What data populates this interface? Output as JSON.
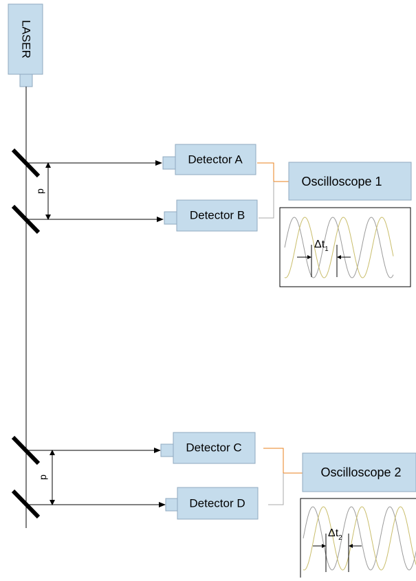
{
  "laser": {
    "label": "LASER"
  },
  "detectors": [
    {
      "label": "Detector A"
    },
    {
      "label": "Detector B"
    },
    {
      "label": "Detector C"
    },
    {
      "label": "Detector D"
    }
  ],
  "oscilloscopes": [
    {
      "label": "Oscilloscope 1",
      "delta_main": "Δt",
      "delta_sub": "1"
    },
    {
      "label": "Oscilloscope 2",
      "delta_main": "Δt",
      "delta_sub": "2"
    }
  ],
  "separation_label": "d",
  "colors": {
    "box_fill": "#c5dcec",
    "box_stroke": "#8fa9bf",
    "wire_orange": "#e8821e",
    "wire_gray": "#a8a8a8",
    "wave_gray": "#9a9a9a",
    "wave_yellow": "#c9bd6a"
  }
}
